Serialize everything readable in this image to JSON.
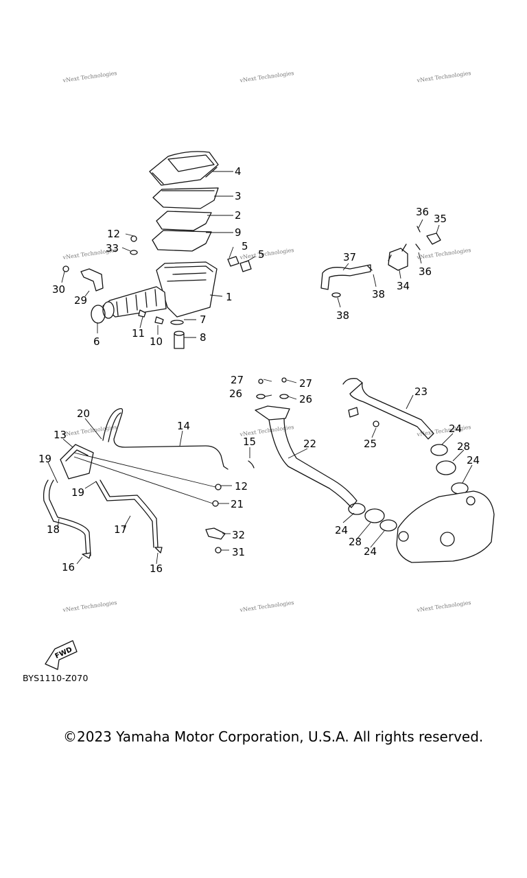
{
  "watermark_text": "vNext Technologies",
  "callouts": [
    "1",
    "2",
    "3",
    "4",
    "5",
    "5",
    "6",
    "7",
    "8",
    "9",
    "10",
    "11",
    "12",
    "12",
    "13",
    "14",
    "15",
    "16",
    "16",
    "17",
    "18",
    "19",
    "19",
    "20",
    "21",
    "22",
    "23",
    "24",
    "24",
    "24",
    "24",
    "25",
    "26",
    "26",
    "27",
    "27",
    "28",
    "28",
    "29",
    "30",
    "31",
    "32",
    "33",
    "34",
    "35",
    "36",
    "36",
    "37",
    "38",
    "38"
  ],
  "fwd_label": "FWD",
  "diagram_code": "BYS1110-Z070",
  "copyright": "©2023 Yamaha Motor Corporation, U.S.A. All rights reserved."
}
